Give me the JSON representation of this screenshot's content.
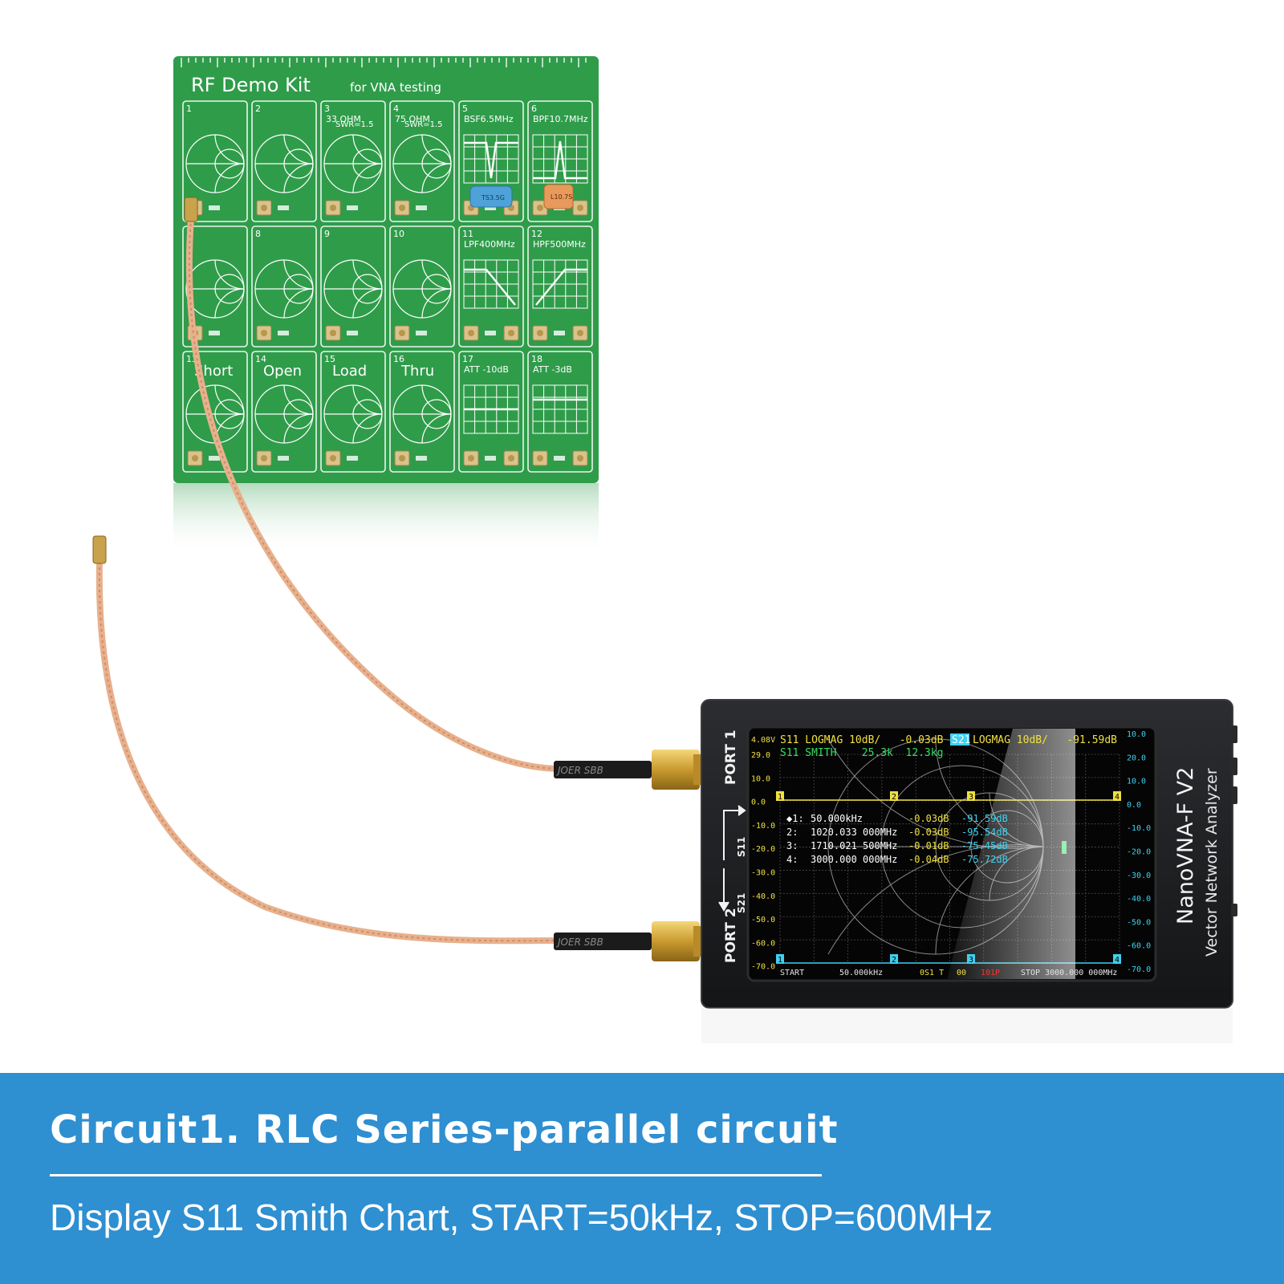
{
  "board": {
    "title": "RF Demo Kit",
    "subtitle": "for VNA testing",
    "cells": [
      {
        "num": "1",
        "label": ""
      },
      {
        "num": "2",
        "label": ""
      },
      {
        "num": "3",
        "label": "33 OHM",
        "label2": "SWR=1.5"
      },
      {
        "num": "4",
        "label": "75 OHM",
        "label2": "SWR=1.5"
      },
      {
        "num": "5",
        "label": "BSF6.5MHz"
      },
      {
        "num": "6",
        "label": "BPF10.7MHz"
      },
      {
        "num": "7",
        "label": ""
      },
      {
        "num": "8",
        "label": ""
      },
      {
        "num": "9",
        "label": ""
      },
      {
        "num": "10",
        "label": ""
      },
      {
        "num": "11",
        "label": "LPF400MHz"
      },
      {
        "num": "12",
        "label": "HPF500MHz"
      },
      {
        "num": "13",
        "label": "Short"
      },
      {
        "num": "14",
        "label": "Open"
      },
      {
        "num": "15",
        "label": "Load"
      },
      {
        "num": "16",
        "label": "Thru"
      },
      {
        "num": "17",
        "label": "ATT -10dB"
      },
      {
        "num": "18",
        "label": "ATT -3dB"
      }
    ],
    "filter5_text": "TS3.5G",
    "filter6_text": "L10.7S"
  },
  "device": {
    "brand": "NanoVNA-F V2",
    "model_line": "Vector Network Analyzer",
    "port1": "PORT 1",
    "port2": "PORT 2",
    "s11": "S11",
    "s21": "S21",
    "cable_print": "JOER SBB"
  },
  "screen": {
    "voltage": "4.08V",
    "trace1": "S11 LOGMAG 10dB/   -0.03dB",
    "trace2": "S11 SMITH    25.3k  12.3kg",
    "trace3_tag": "S21",
    "trace3": "LOGMAG 10dB/   -91.59dB",
    "left_scale": [
      "29.0",
      "10.0",
      "0.0",
      "-10.0",
      "-20.0",
      "-30.0",
      "-40.0",
      "-50.0",
      "-60.0",
      "-70.0"
    ],
    "right_scale": [
      "10.0",
      "20.0",
      "10.0",
      "0.0",
      "-10.0",
      "-20.0",
      "-30.0",
      "-40.0",
      "-50.0",
      "-60.0",
      "-70.0"
    ],
    "markers": [
      {
        "num": "◆1:",
        "freq": "50.000kHz",
        "s11": "-0.03dB",
        "s21": "-91.59dB"
      },
      {
        "num": "2:",
        "freq": "1020.033 000MHz",
        "s11": "-0.03dB",
        "s21": "-95.54dB"
      },
      {
        "num": "3:",
        "freq": "1710.021 500MHz",
        "s11": "-0.01dB",
        "s21": "-75.45dB"
      },
      {
        "num": "4:",
        "freq": "3000.000 000MHz",
        "s11": "-0.04dB",
        "s21": "-75.72dB"
      }
    ],
    "marker_tags": [
      "1",
      "2",
      "3",
      "4"
    ],
    "footer_start": "START",
    "footer_start_val": "50.000kHz",
    "footer_mid": "0S1 T",
    "footer_mid2": "00",
    "footer_points": "101P",
    "footer_stop": "STOP 3000.000 000MHz",
    "colors": {
      "yellow": "#f0e040",
      "cyan": "#40d0f0",
      "green": "#30e060",
      "red": "#ff3030"
    }
  },
  "caption": {
    "title": "Circuit1. RLC Series-parallel circuit",
    "subtitle": "Display S11 Smith Chart, START=50kHz, STOP=600MHz"
  }
}
